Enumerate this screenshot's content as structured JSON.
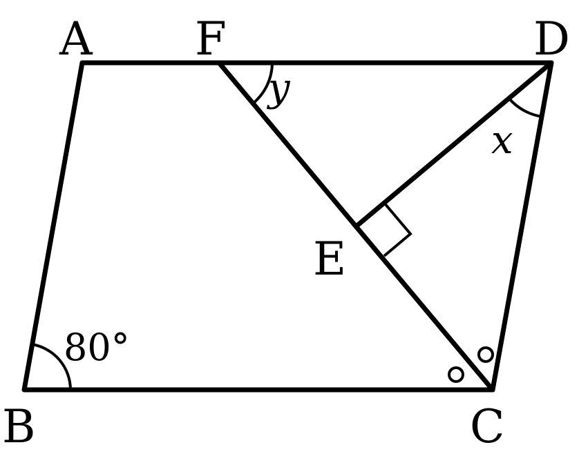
{
  "figure": {
    "points": {
      "A": "A",
      "B": "B",
      "C": "C",
      "D": "D",
      "E": "E",
      "F": "F"
    },
    "angle_labels": {
      "angle_B": "80°",
      "angle_y": "y",
      "angle_x": "x"
    }
  }
}
